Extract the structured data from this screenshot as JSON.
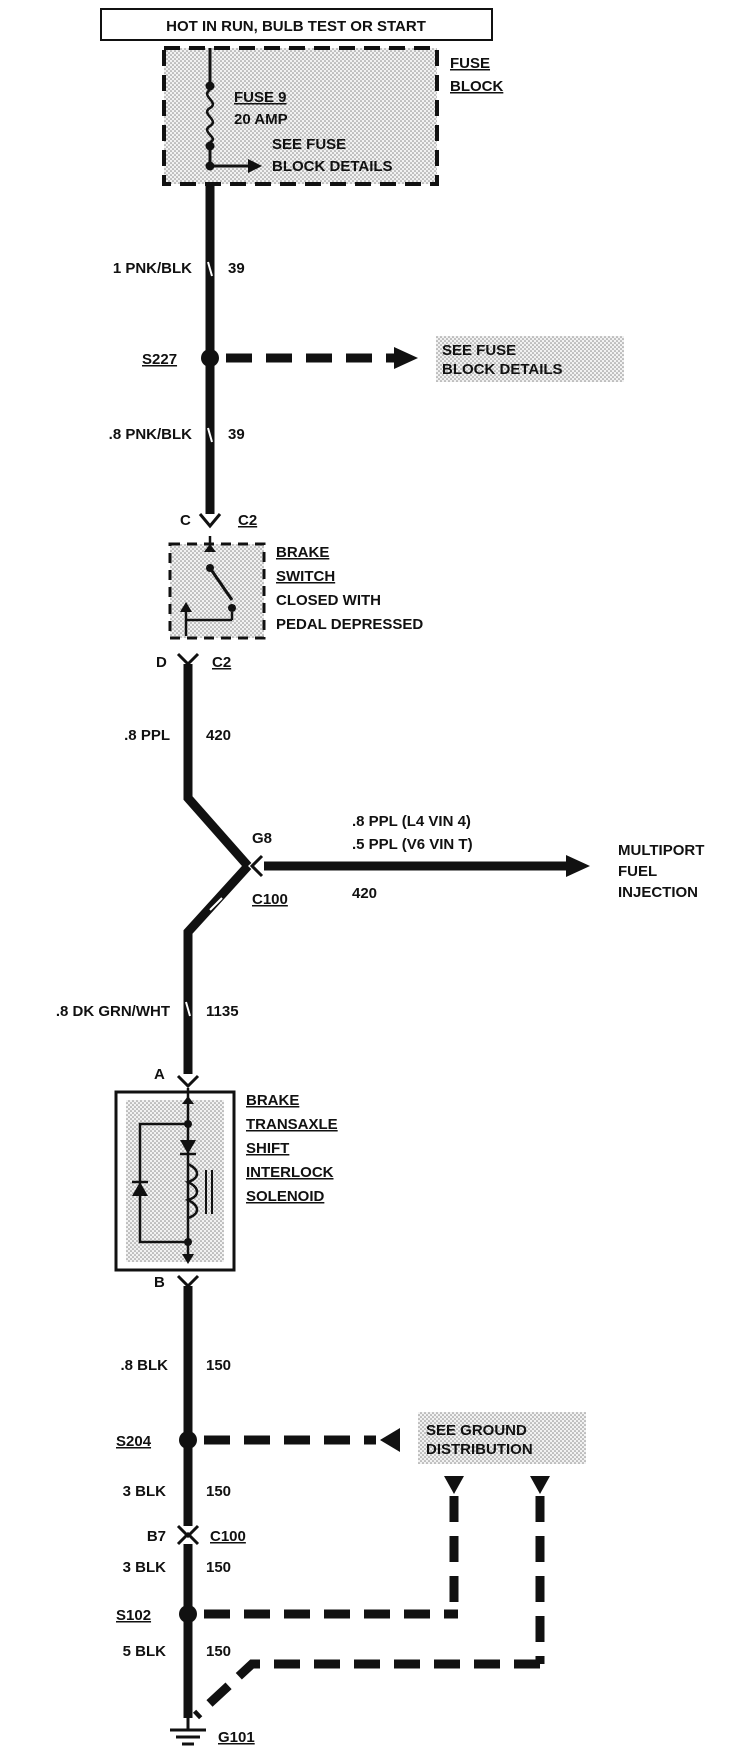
{
  "header": {
    "power_label": "HOT IN RUN, BULB TEST OR START"
  },
  "fuse_block": {
    "title_line1": "FUSE",
    "title_line2": "BLOCK",
    "fuse_name": "FUSE 9",
    "fuse_rating": "20 AMP",
    "see_line1": "SEE FUSE",
    "see_line2": "BLOCK DETAILS"
  },
  "wire1": {
    "gauge_color": "1 PNK/BLK",
    "circuit": "39"
  },
  "splice_s227": {
    "id": "S227",
    "ref_line1": "SEE FUSE",
    "ref_line2": "BLOCK DETAILS"
  },
  "wire2": {
    "gauge_color": ".8 PNK/BLK",
    "circuit": "39"
  },
  "brake_switch": {
    "pin_in": "C",
    "conn_in": "C2",
    "title1": "BRAKE",
    "title2": "SWITCH",
    "desc1": "CLOSED WITH",
    "desc2": "PEDAL DEPRESSED",
    "pin_out": "D",
    "conn_out": "C2"
  },
  "wire3": {
    "gauge_color": ".8 PPL",
    "circuit": "420"
  },
  "junction_c100": {
    "pin": "G8",
    "conn": "C100",
    "branch_line1": ".8 PPL  (L4 VIN 4)",
    "branch_line2": ".5 PPL  (V6 VIN T)",
    "branch_circuit": "420",
    "dest_line1": "MULTIPORT",
    "dest_line2": "FUEL",
    "dest_line3": "INJECTION"
  },
  "wire4": {
    "gauge_color": ".8 DK GRN/WHT",
    "circuit": "1135"
  },
  "solenoid": {
    "pin_in": "A",
    "title1": "BRAKE",
    "title2": "TRANSAXLE",
    "title3": "SHIFT",
    "title4": "INTERLOCK",
    "title5": "SOLENOID",
    "pin_out": "B"
  },
  "wire5": {
    "gauge_color": ".8 BLK",
    "circuit": "150"
  },
  "splice_s204": {
    "id": "S204",
    "ref_line1": "SEE GROUND",
    "ref_line2": "DISTRIBUTION"
  },
  "wire6": {
    "gauge_color": "3 BLK",
    "circuit": "150"
  },
  "conn_c100_b7": {
    "pin": "B7",
    "conn": "C100"
  },
  "wire7": {
    "gauge_color": "3 BLK",
    "circuit": "150"
  },
  "splice_s102": {
    "id": "S102"
  },
  "wire8": {
    "gauge_color": "5 BLK",
    "circuit": "150"
  },
  "ground": {
    "id": "G101"
  }
}
